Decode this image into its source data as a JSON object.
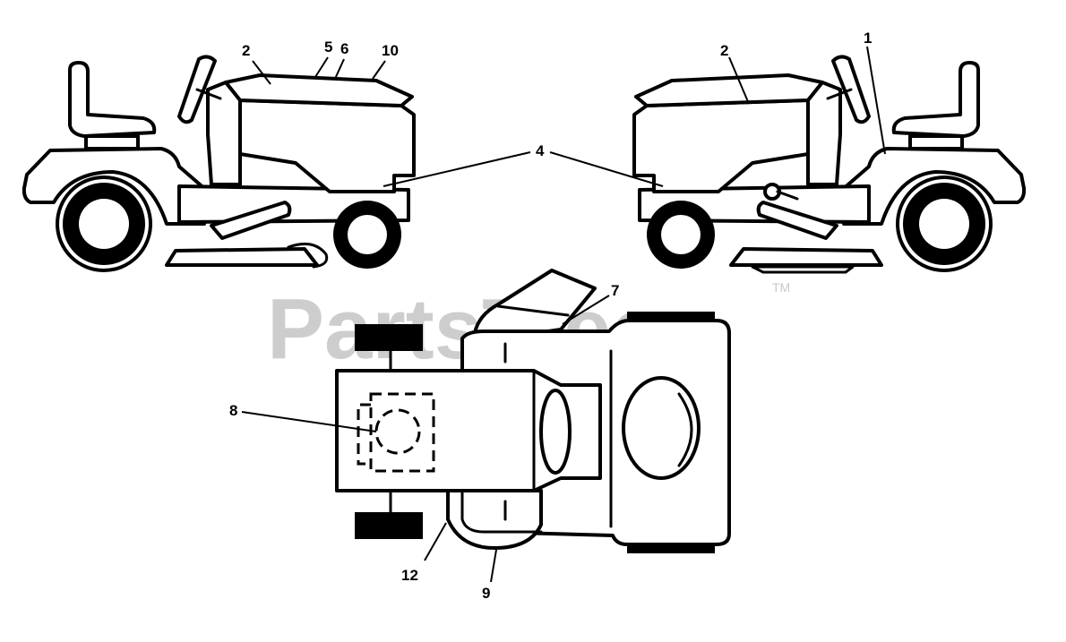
{
  "watermark": {
    "text": "PartsTree",
    "tm": "TM"
  },
  "callouts": [
    "1",
    "2",
    "4",
    "5",
    "6",
    "7",
    "8",
    "9",
    "10",
    "12"
  ]
}
